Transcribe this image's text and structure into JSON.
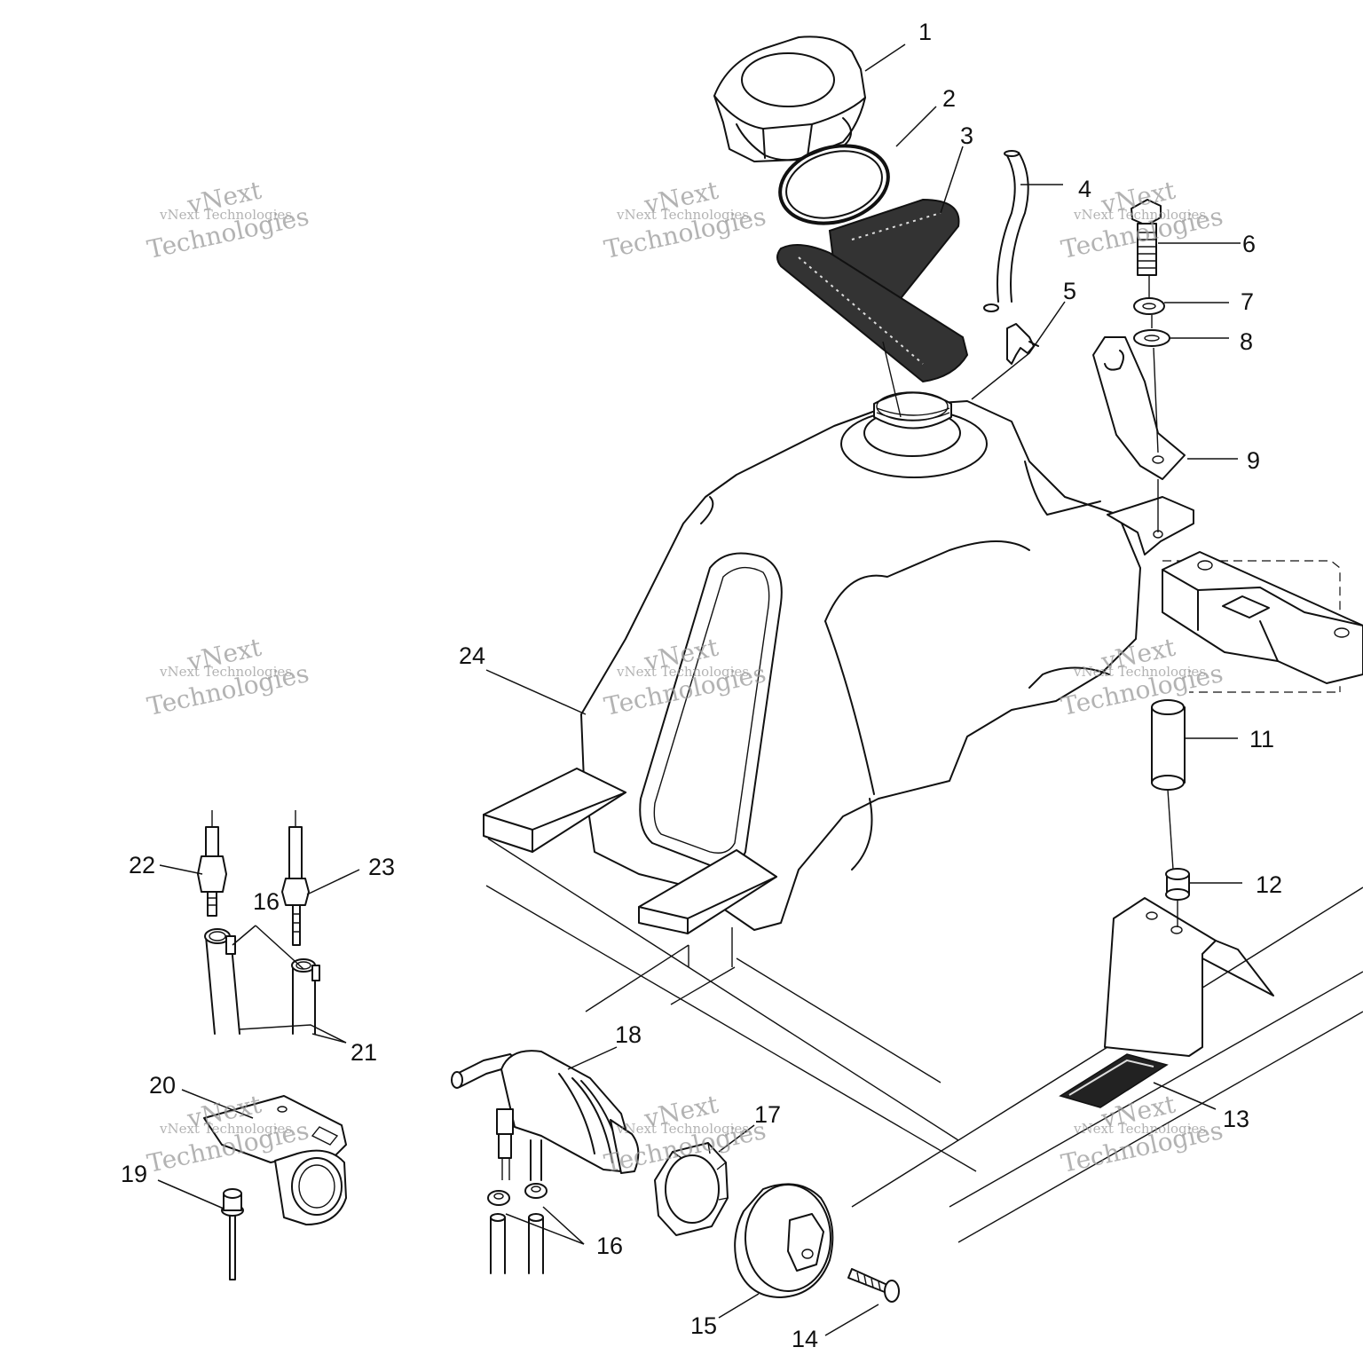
{
  "callouts": [
    {
      "id": "1",
      "label": "1"
    },
    {
      "id": "2",
      "label": "2"
    },
    {
      "id": "3",
      "label": "3"
    },
    {
      "id": "4",
      "label": "4"
    },
    {
      "id": "5",
      "label": "5"
    },
    {
      "id": "6",
      "label": "6"
    },
    {
      "id": "7",
      "label": "7"
    },
    {
      "id": "8",
      "label": "8"
    },
    {
      "id": "9",
      "label": "9"
    },
    {
      "id": "11",
      "label": "11"
    },
    {
      "id": "12",
      "label": "12"
    },
    {
      "id": "13",
      "label": "13"
    },
    {
      "id": "14",
      "label": "14"
    },
    {
      "id": "15",
      "label": "15"
    },
    {
      "id": "16a",
      "label": "16"
    },
    {
      "id": "16b",
      "label": "16"
    },
    {
      "id": "17",
      "label": "17"
    },
    {
      "id": "18",
      "label": "18"
    },
    {
      "id": "19",
      "label": "19"
    },
    {
      "id": "20",
      "label": "20"
    },
    {
      "id": "21",
      "label": "21"
    },
    {
      "id": "22",
      "label": "22"
    },
    {
      "id": "23",
      "label": "23"
    },
    {
      "id": "24",
      "label": "24"
    }
  ],
  "watermark": {
    "line1": "vNext",
    "line2": "vNext Technologies",
    "line3": "Technologies"
  }
}
